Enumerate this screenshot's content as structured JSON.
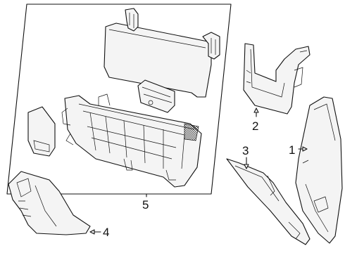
{
  "callouts": {
    "c1": "1",
    "c2": "2",
    "c3": "3",
    "c4": "4",
    "c5": "5"
  },
  "colors": {
    "line": "#111111",
    "background": "#ffffff",
    "part_fill": "#f4f4f4"
  }
}
